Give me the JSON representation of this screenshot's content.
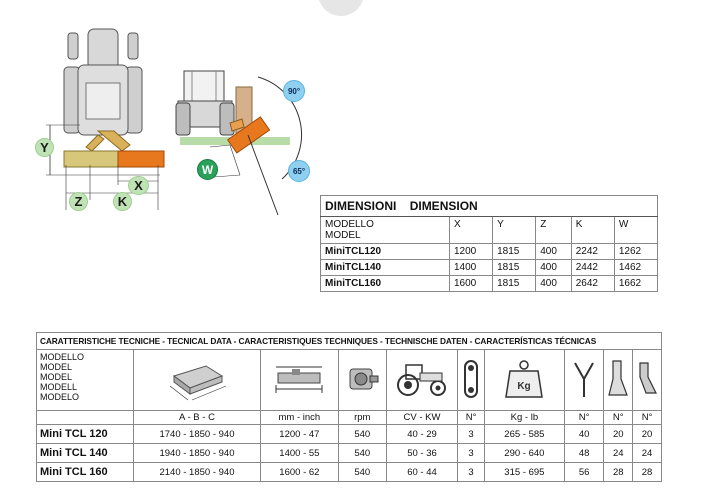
{
  "diagram": {
    "labels": {
      "y": "Y",
      "z": "Z",
      "k": "K",
      "x": "X",
      "w": "W"
    },
    "angles": {
      "top": "90°",
      "bottom": "65°"
    }
  },
  "dimensions": {
    "title1": "DIMENSIONI",
    "title2": "DIMENSION",
    "model_label_1": "MODELLO",
    "model_label_2": "MODEL",
    "columns": [
      "X",
      "Y",
      "Z",
      "K",
      "W"
    ],
    "rows": [
      {
        "model": "MiniTCL120",
        "values": [
          "1200",
          "1815",
          "400",
          "2242",
          "1262"
        ]
      },
      {
        "model": "MiniTCL140",
        "values": [
          "1400",
          "1815",
          "400",
          "2442",
          "1462"
        ]
      },
      {
        "model": "MiniTCL160",
        "values": [
          "1600",
          "1815",
          "400",
          "2642",
          "1662"
        ]
      }
    ]
  },
  "tech": {
    "title": "CARATTERISTICHE TECNICHE - TECNICAL DATA - CARACTERISTIQUES TECHNIQUES - TECHNISCHE DATEN - CARACTERÍSTICAS TÉCNICAS",
    "model_labels": [
      "MODELLO",
      "MODEL",
      "MODEL",
      "MODELL",
      "MODELO"
    ],
    "kg_icon_text": "Kg",
    "units": [
      "A - B - C",
      "mm - inch",
      "rpm",
      "CV - KW",
      "N°",
      "Kg - lb",
      "N°",
      "N°",
      "N°"
    ],
    "rows": [
      {
        "model": "Mini TCL 120",
        "values": [
          "1740 - 1850 - 940",
          "1200 - 47",
          "540",
          "40 - 29",
          "3",
          "265 - 585",
          "40",
          "20",
          "20"
        ]
      },
      {
        "model": "Mini TCL 140",
        "values": [
          "1940 - 1850 - 940",
          "1400 - 55",
          "540",
          "50 - 36",
          "3",
          "290 - 640",
          "48",
          "24",
          "24"
        ]
      },
      {
        "model": "Mini TCL 160",
        "values": [
          "2140 - 1850 - 940",
          "1600 - 62",
          "540",
          "60 - 44",
          "3",
          "315 - 695",
          "56",
          "28",
          "28"
        ]
      }
    ]
  },
  "colors": {
    "orange": "#e8781e",
    "yellow": "#d9c36a",
    "green_badge": "#bfe3b4",
    "blue_badge": "#8fd0f0",
    "teal_badge": "#2aa15a"
  }
}
